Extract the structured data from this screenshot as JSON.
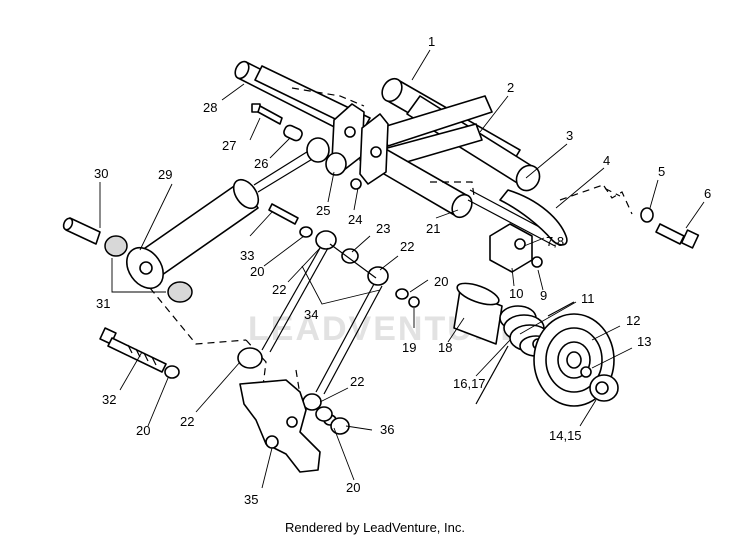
{
  "footer": "Rendered by LeadVenture, Inc.",
  "watermark": "LEADVENTURE",
  "callouts": [
    {
      "id": "c1",
      "text": "1"
    },
    {
      "id": "c2",
      "text": "2"
    },
    {
      "id": "c3",
      "text": "3"
    },
    {
      "id": "c4",
      "text": "4"
    },
    {
      "id": "c5",
      "text": "5"
    },
    {
      "id": "c6",
      "text": "6"
    },
    {
      "id": "c78",
      "text": "7,8"
    },
    {
      "id": "c9",
      "text": "9"
    },
    {
      "id": "c10",
      "text": "10"
    },
    {
      "id": "c11",
      "text": "11"
    },
    {
      "id": "c12",
      "text": "12"
    },
    {
      "id": "c13",
      "text": "13"
    },
    {
      "id": "c1415",
      "text": "14,15"
    },
    {
      "id": "c1617",
      "text": "16,17"
    },
    {
      "id": "c18",
      "text": "18"
    },
    {
      "id": "c19",
      "text": "19"
    },
    {
      "id": "c20a",
      "text": "20"
    },
    {
      "id": "c20b",
      "text": "20"
    },
    {
      "id": "c20c",
      "text": "20"
    },
    {
      "id": "c20d",
      "text": "20"
    },
    {
      "id": "c21",
      "text": "21"
    },
    {
      "id": "c22a",
      "text": "22"
    },
    {
      "id": "c22b",
      "text": "22"
    },
    {
      "id": "c22c",
      "text": "22"
    },
    {
      "id": "c22d",
      "text": "22"
    },
    {
      "id": "c23",
      "text": "23"
    },
    {
      "id": "c24",
      "text": "24"
    },
    {
      "id": "c25",
      "text": "25"
    },
    {
      "id": "c26",
      "text": "26"
    },
    {
      "id": "c27",
      "text": "27"
    },
    {
      "id": "c28",
      "text": "28"
    },
    {
      "id": "c29",
      "text": "29"
    },
    {
      "id": "c30",
      "text": "30"
    },
    {
      "id": "c31",
      "text": "31"
    },
    {
      "id": "c32",
      "text": "32"
    },
    {
      "id": "c33",
      "text": "33"
    },
    {
      "id": "c34",
      "text": "34"
    },
    {
      "id": "c35",
      "text": "35"
    },
    {
      "id": "c36",
      "text": "36"
    }
  ]
}
